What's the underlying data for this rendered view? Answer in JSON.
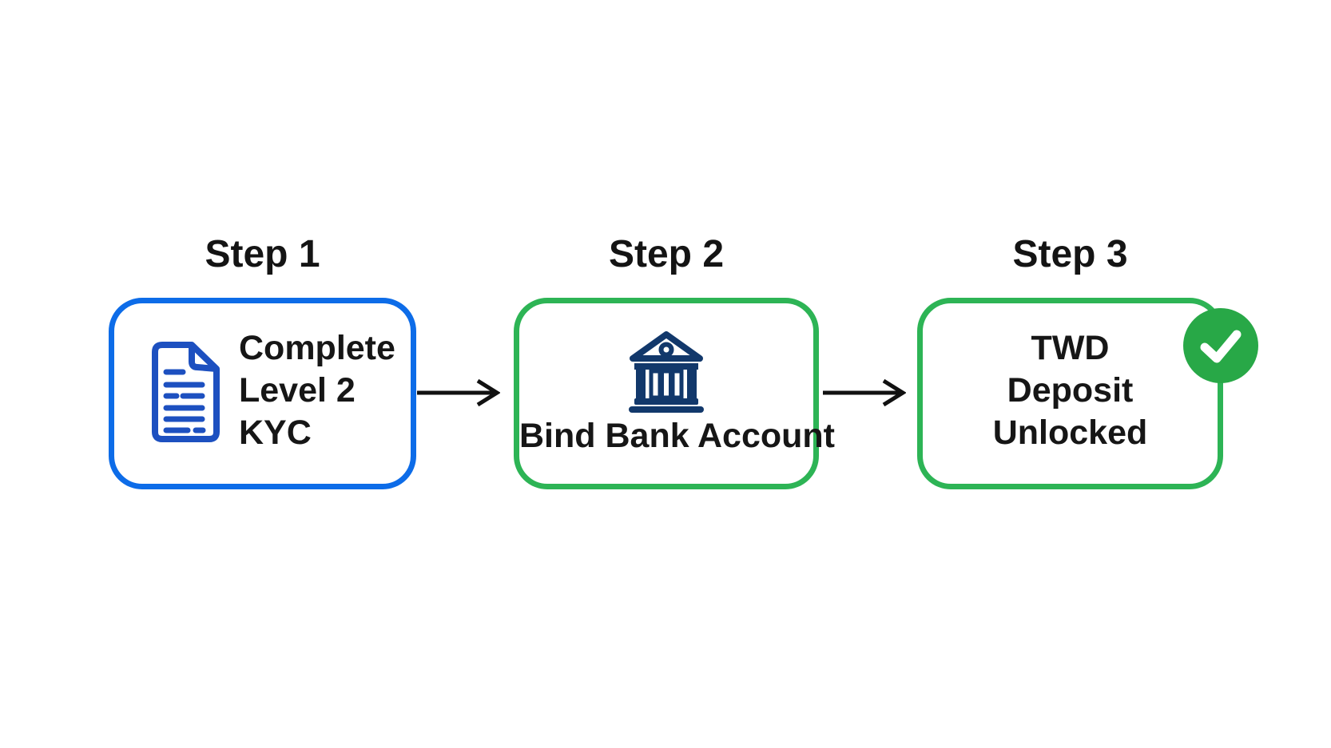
{
  "background": "#ffffff",
  "text_color": "#141414",
  "arrow_color": "#111111",
  "steps": [
    {
      "title": "Step 1",
      "lines": [
        "Complete",
        "Level 2",
        "KYC"
      ],
      "border_color": "#0d6ce8",
      "icon": "document-icon",
      "icon_color": "#1d50c0"
    },
    {
      "title": "Step 2",
      "lines": [
        "Bind Bank Account"
      ],
      "border_color": "#2db455",
      "icon": "bank-icon",
      "icon_color": "#12386b"
    },
    {
      "title": "Step 3",
      "lines": [
        "TWD",
        "Deposit",
        "Unlocked"
      ],
      "border_color": "#2db455",
      "icon": "check-badge-icon",
      "badge_color": "#28a847",
      "check_color": "#ffffff"
    }
  ]
}
